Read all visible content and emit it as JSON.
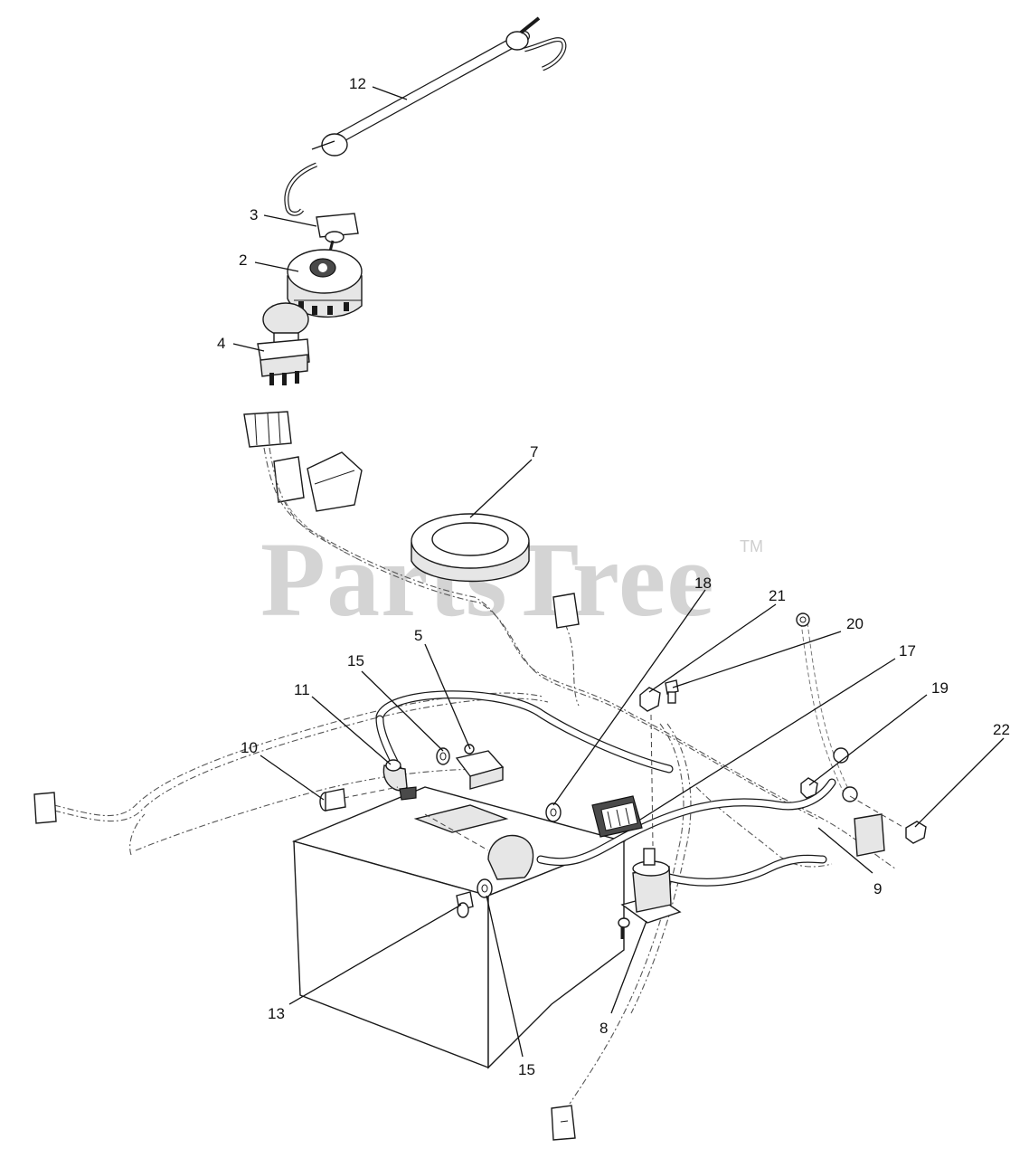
{
  "watermark": {
    "text": "PartsTree",
    "trademark": "TM"
  },
  "callouts": [
    {
      "id": "12",
      "label": "12"
    },
    {
      "id": "3",
      "label": "3"
    },
    {
      "id": "2",
      "label": "2"
    },
    {
      "id": "4",
      "label": "4"
    },
    {
      "id": "7",
      "label": "7"
    },
    {
      "id": "18",
      "label": "18"
    },
    {
      "id": "21",
      "label": "21"
    },
    {
      "id": "20",
      "label": "20"
    },
    {
      "id": "5",
      "label": "5"
    },
    {
      "id": "15a",
      "label": "15"
    },
    {
      "id": "11",
      "label": "11"
    },
    {
      "id": "17",
      "label": "17"
    },
    {
      "id": "19",
      "label": "19"
    },
    {
      "id": "10",
      "label": "10"
    },
    {
      "id": "22",
      "label": "22"
    },
    {
      "id": "9",
      "label": "9"
    },
    {
      "id": "13",
      "label": "13"
    },
    {
      "id": "8",
      "label": "8"
    },
    {
      "id": "15b",
      "label": "15"
    }
  ]
}
